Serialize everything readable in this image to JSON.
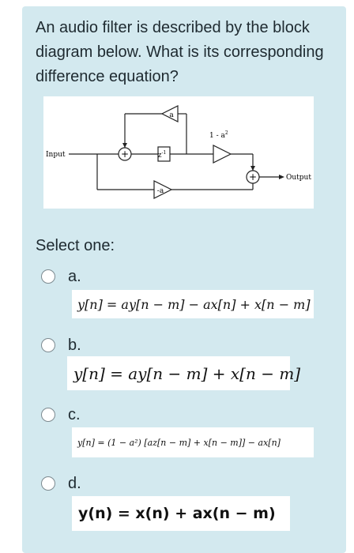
{
  "question": {
    "text": "An audio filter is described by the block diagram below. What is its corresponding difference equation?"
  },
  "diagram": {
    "input_label": "Input",
    "output_label": "Output",
    "feedback_gain": "a",
    "delay_label": "z",
    "delay_exp": "-1",
    "gain_label": "1 - a",
    "gain_exp": "2",
    "feedforward_gain": "-a",
    "sum_symbol": "+"
  },
  "select_prompt": "Select one:",
  "options": [
    {
      "letter": "a.",
      "equation": "y[n] = ay[n − m] − ax[n] + x[n − m]"
    },
    {
      "letter": "b.",
      "equation": "y[n] = ay[n − m] + x[n − m]"
    },
    {
      "letter": "c.",
      "equation": "y[n] = (1 − a²) [az[n − m] + x[n − m]] − ax[n]"
    },
    {
      "letter": "d.",
      "equation": "y(n) = x(n) + ax(n − m)"
    }
  ]
}
